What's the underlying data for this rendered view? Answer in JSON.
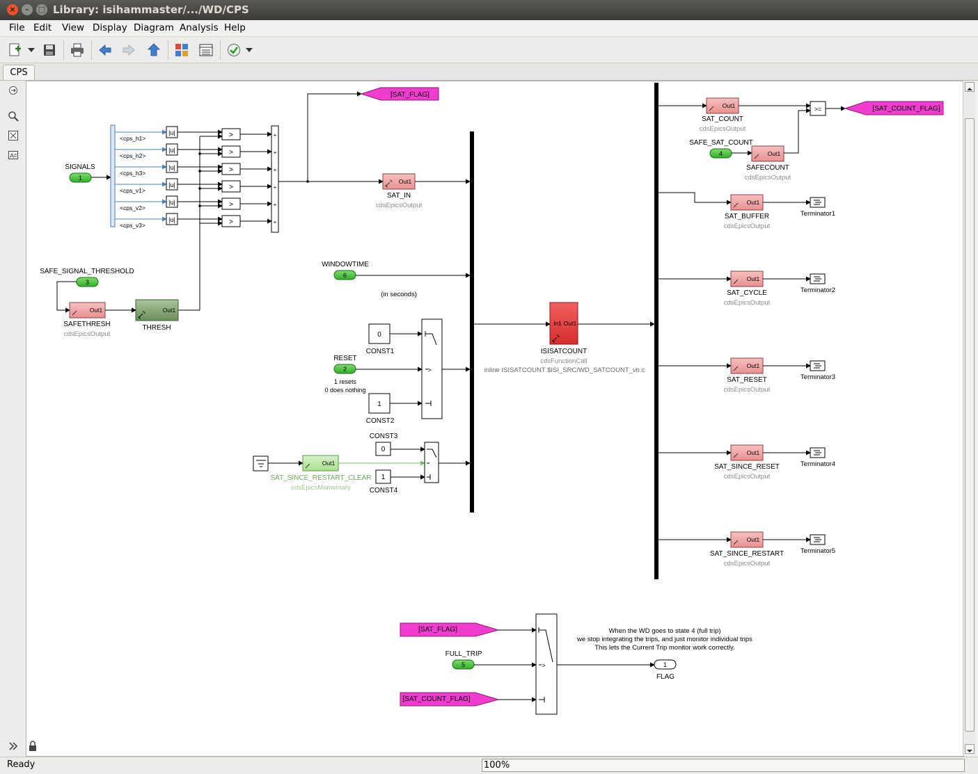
{
  "window": {
    "title": "Library: isihammaster/.../WD/CPS"
  },
  "menu": [
    "File",
    "Edit",
    "View",
    "Display",
    "Diagram",
    "Analysis",
    "Help"
  ],
  "tab": {
    "label": "CPS"
  },
  "status": {
    "text": "Ready",
    "zoom": "100%"
  },
  "diagram": {
    "signals_label": "SIGNALS",
    "signals_port": "1",
    "bus_signals": [
      "<cps_h1>",
      "<cps_h2>",
      "<cps_h3>",
      "<cps_v1>",
      "<cps_v2>",
      "<cps_v3>"
    ],
    "abs_label": "|u|",
    "gt_label": ">",
    "sum_sign": "+",
    "safe_signal_threshold_label": "SAFE_SIGNAL_THRESHOLD",
    "safe_signal_threshold_port": "3",
    "safethresh": {
      "name": "SAFETHRESH",
      "lib": "cdsEpicsOutput",
      "port": "Out1"
    },
    "thresh": {
      "name": "THRESH",
      "port": "Out1"
    },
    "sat_flag_goto": "[SAT_FLAG]",
    "sat_in": {
      "name": "SAT_IN",
      "lib": "cdsEpicsOutput",
      "port": "Out1"
    },
    "windowtime_label": "WINDOWTIME",
    "windowtime_port": "6",
    "seconds_note": "(in seconds)",
    "const1": {
      "name": "CONST1",
      "value": "0"
    },
    "reset_label": "RESET",
    "reset_port": "2",
    "reset_note1": "1 resets",
    "reset_note2": "0 does nothing",
    "const2": {
      "name": "CONST2",
      "value": "1"
    },
    "const3": {
      "name": "CONST3",
      "value": "0"
    },
    "const4": {
      "name": "CONST4",
      "value": "1"
    },
    "sat_since_restart_clear": {
      "name": "SAT_SINCE_RESTART_CLEAR",
      "lib": "cdsEpicsMomentary",
      "port": "Out1"
    },
    "switch_sym": ">",
    "isatcount": {
      "name": "ISISATCOUNT",
      "lib": "cdsFunctionCall",
      "note": "inline ISISATCOUNT $ISI_SRC/WD_SATCOUNT_vb.c",
      "in_port": "In1",
      "out_port": "Out1"
    },
    "sat_count": {
      "name": "SAT_COUNT",
      "lib": "cdsEpicsOutput",
      "port": "Out1"
    },
    "ge_label": ">=",
    "sat_count_flag_goto": "[SAT_COUNT_FLAG]",
    "safe_sat_count_label": "SAFE_SAT_COUNT",
    "safe_sat_count_port": "4",
    "safecount": {
      "name": "SAFECOUNT",
      "lib": "cdsEpicsOutput",
      "port": "Out1"
    },
    "outputs": [
      {
        "name": "SAT_BUFFER",
        "lib": "cdsEpicsOutput",
        "port": "Out1",
        "term": "Terminator1"
      },
      {
        "name": "SAT_CYCLE",
        "lib": "cdsEpicsOutput",
        "port": "Out1",
        "term": "Terminator2"
      },
      {
        "name": "SAT_RESET",
        "lib": "cdsEpicsOutput",
        "port": "Out1",
        "term": "Terminator3"
      },
      {
        "name": "SAT_SINCE_RESET",
        "lib": "cdsEpicsOutput",
        "port": "Out1",
        "term": "Terminator4"
      },
      {
        "name": "SAT_SINCE_RESTART",
        "lib": "cdsEpicsOutput",
        "port": "Out1",
        "term": "Terminator5"
      }
    ],
    "from_sat_flag": "[SAT_FLAG]",
    "full_trip_label": "FULL_TRIP",
    "full_trip_port": "5",
    "from_sat_count_flag": "[SAT_COUNT_FLAG]",
    "flag_out": {
      "name": "FLAG",
      "port": "1"
    },
    "note_lines": [
      "When the WD goes to state 4 (full trip)",
      "we stop integrating the trips, and just monitor individual trips",
      "This lets the Current Trip monitor work correctly."
    ]
  }
}
